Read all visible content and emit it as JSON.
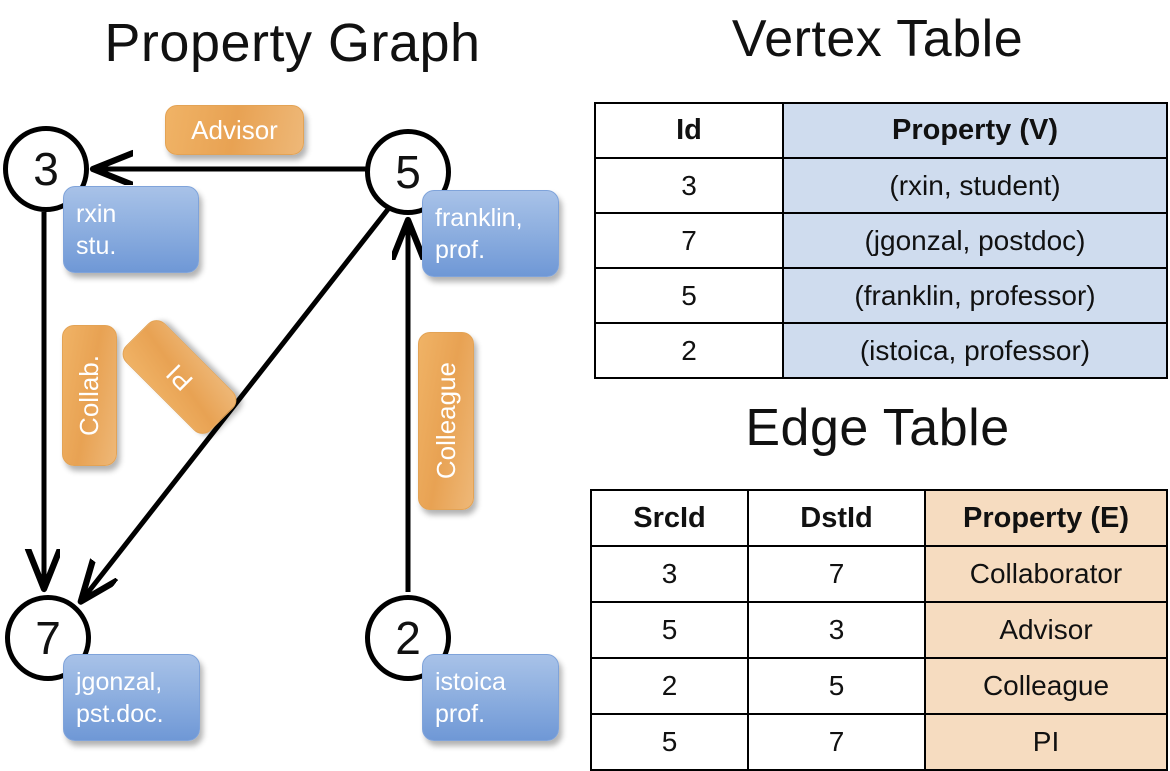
{
  "titles": {
    "property_graph": "Property Graph",
    "vertex_table": "Vertex Table",
    "edge_table": "Edge Table"
  },
  "graph": {
    "vertices": [
      {
        "id": "3",
        "property_line1": "rxin",
        "property_line2": "stu."
      },
      {
        "id": "5",
        "property_line1": "franklin,",
        "property_line2": "prof."
      },
      {
        "id": "7",
        "property_line1": "jgonzal,",
        "property_line2": "pst.doc."
      },
      {
        "id": "2",
        "property_line1": "istoica",
        "property_line2": "prof."
      }
    ],
    "edge_labels": [
      {
        "name": "advisor",
        "text": "Advisor"
      },
      {
        "name": "collab",
        "text": "Collab."
      },
      {
        "name": "pi",
        "text": "PI"
      },
      {
        "name": "colleague",
        "text": "Colleague"
      }
    ],
    "colors": {
      "vertex_box": "#8fb0e0",
      "edge_box": "#e8a253",
      "stroke": "#000000"
    }
  },
  "vertex_table": {
    "columns": [
      "Id",
      "Property (V)"
    ],
    "rows": [
      {
        "id": "3",
        "property": "(rxin, student)"
      },
      {
        "id": "7",
        "property": "(jgonzal, postdoc)"
      },
      {
        "id": "5",
        "property": "(franklin, professor)"
      },
      {
        "id": "2",
        "property": "(istoica, professor)"
      }
    ],
    "header_fill": "#cfdcee"
  },
  "edge_table": {
    "columns": [
      "SrcId",
      "DstId",
      "Property (E)"
    ],
    "rows": [
      {
        "src": "3",
        "dst": "7",
        "property": "Collaborator"
      },
      {
        "src": "5",
        "dst": "3",
        "property": "Advisor"
      },
      {
        "src": "2",
        "dst": "5",
        "property": "Colleague"
      },
      {
        "src": "5",
        "dst": "7",
        "property": "PI"
      }
    ],
    "header_fill": "#f6dcc0"
  }
}
